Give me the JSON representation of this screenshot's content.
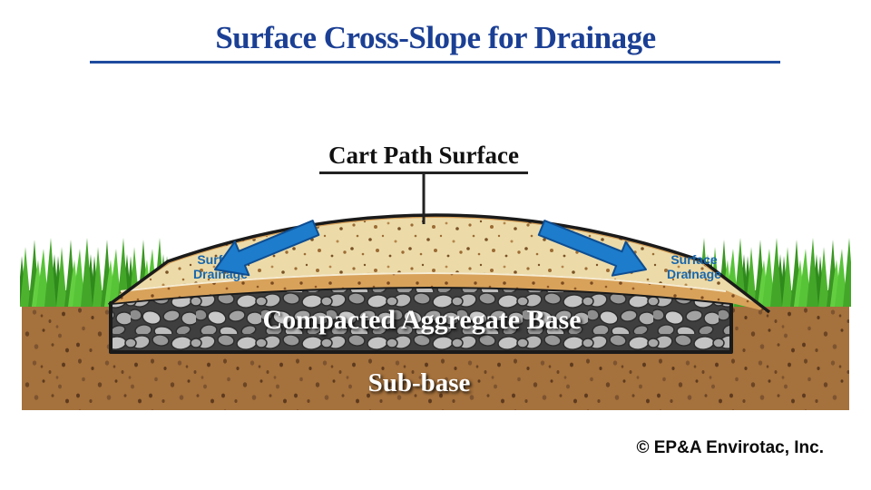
{
  "header": {
    "title": "Surface Cross-Slope for Drainage"
  },
  "diagram": {
    "cart_path_label": "Cart Path Surface",
    "aggregate_label": "Compacted Aggregate Base",
    "subbase_label": "Sub-base",
    "drainage_left": {
      "line1": "Surface",
      "line2": "Drainage"
    },
    "drainage_right": {
      "line1": "Surface",
      "line2": "Drainage"
    }
  },
  "footer": {
    "copyright": "© EP&A Envirotac, Inc."
  },
  "colors": {
    "title_blue": "#1b3f94",
    "rule_blue": "#1d4b9e",
    "arrow_blue": "#1d7ccb",
    "arrow_outline": "#0d4d92",
    "drainage_text": "#1766ad",
    "sand_light": "#ecdba9",
    "sand_dark": "#d8a25b",
    "soil_brown": "#a5713c",
    "stone_bg": "#3f3f3f",
    "grass_green": "#45ac2b",
    "outline_black": "#1a1a1a",
    "label_white": "#ffffff",
    "text_black": "#111111"
  }
}
